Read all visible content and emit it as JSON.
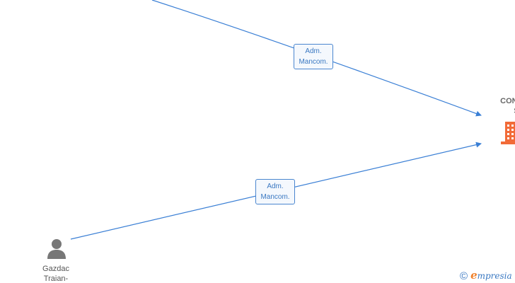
{
  "edges": [
    {
      "label_line1": "Adm.",
      "label_line2": "Mancom."
    },
    {
      "label_line1": "Adm.",
      "label_line2": "Mancom."
    }
  ],
  "company": {
    "name_line1": "CONSTA",
    "name_line2": "S",
    "icon": "building-icon",
    "icon_color": "#f26b38"
  },
  "person": {
    "name_line1": "Gazdac",
    "name_line2": "Traian-",
    "icon": "person-icon",
    "icon_color": "#777777"
  },
  "brand": {
    "copyright_symbol": "©",
    "logo_initial": "e",
    "logo_rest": "mpresia"
  },
  "colors": {
    "edge": "#3a7fd5"
  }
}
